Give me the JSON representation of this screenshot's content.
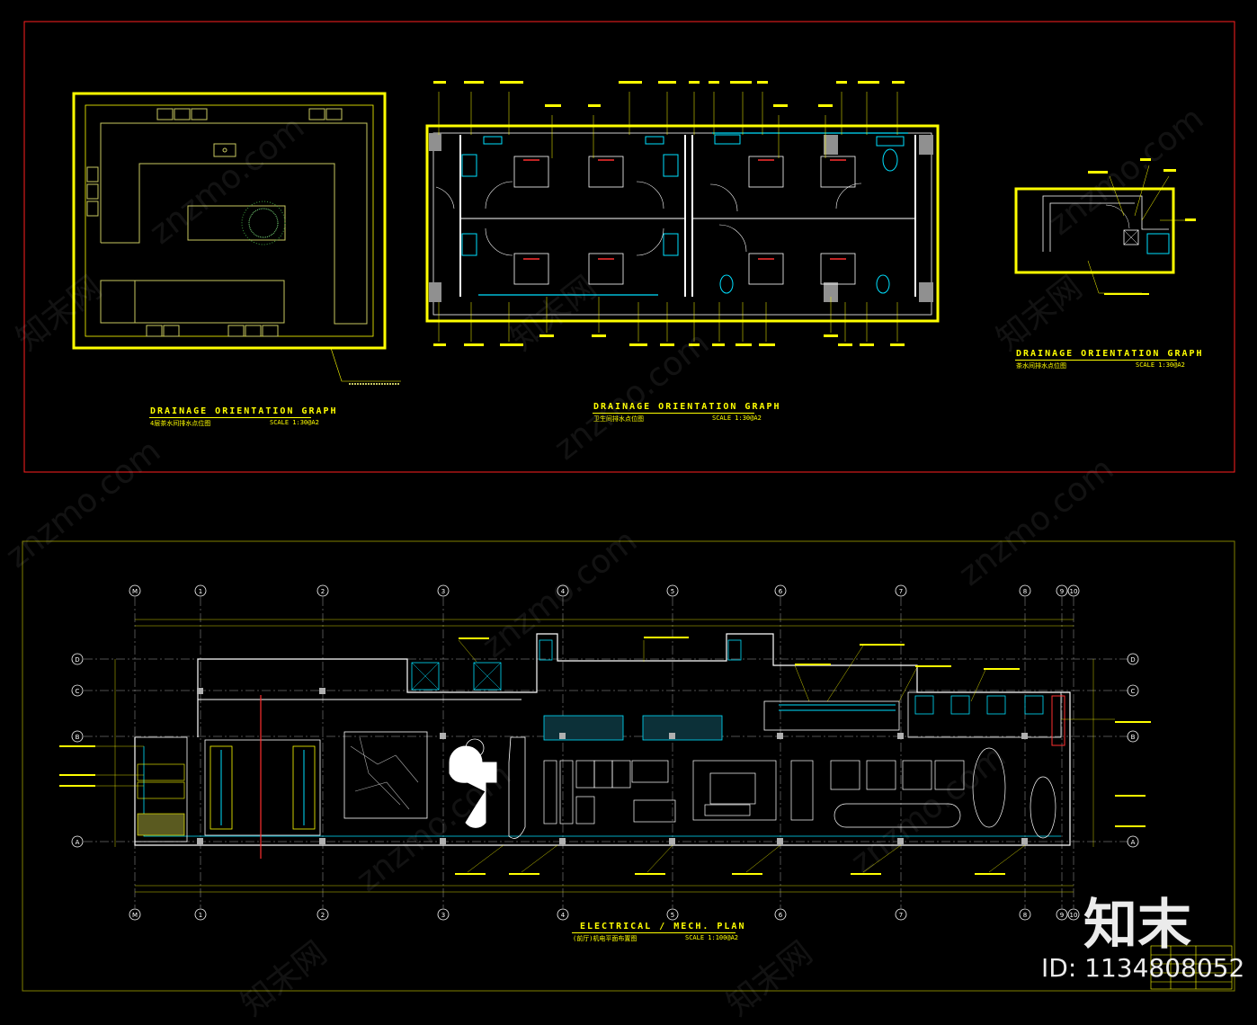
{
  "top_panel": {
    "left": {
      "title": "DRAINAGE ORIENTATION GRAPH",
      "subtitle": "4层茶水间排水点位图",
      "scale": "SCALE 1:30@A2"
    },
    "middle": {
      "title": "DRAINAGE ORIENTATION GRAPH",
      "subtitle": "卫生间排水点位图",
      "scale": "SCALE 1:30@A2"
    },
    "right": {
      "title": "DRAINAGE ORIENTATION GRAPH",
      "subtitle": "茶水间排水点位图",
      "scale": "SCALE 1:30@A2"
    }
  },
  "bottom_panel": {
    "title": "ELECTRICAL / MECH. PLAN",
    "subtitle": "(前厅)机电平面布置图",
    "scale": "SCALE 1:100@A2",
    "grid_columns": [
      "M",
      "1",
      "2",
      "3",
      "4",
      "5",
      "6",
      "7",
      "8",
      "9",
      "10"
    ],
    "grid_rows": [
      "D",
      "C",
      "B",
      "A"
    ]
  },
  "watermark": {
    "brand": "知末",
    "id_text": "ID: 1134808052",
    "diagonal": "znzmo.com",
    "diagonal_cn": "知末网"
  },
  "colors": {
    "background": "#000000",
    "lines": "#ffff00",
    "walls": "#ffffff",
    "fixtures": "#00ffff",
    "frame": "#ff0000",
    "panel": "#808000"
  }
}
